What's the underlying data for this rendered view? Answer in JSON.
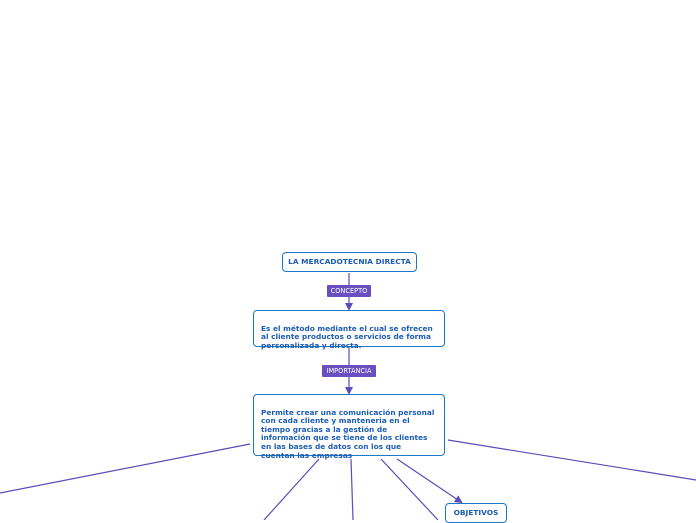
{
  "map": {
    "root": "LA MERCADOTECNIA DIRECTA",
    "link_concepto": "CONCEPTO",
    "concepto": "Es el método mediante el cual se ofrecen al cliente productos o servicios de forma personalizada y directa.",
    "link_importancia": "IMPORTANCIA",
    "importancia": "Permite crear una comunicación personal con cada cliente y manteneria en el tiempo gracias a la gestión de\n información que se tiene de los clientes en las bases de datos con los que cuentan las empresas",
    "objetivos": "OBJETIVOS"
  },
  "colors": {
    "line": "#5a4db8",
    "node_border": "#1e78c8",
    "node_text": "#1c5cb4",
    "tag_bg": "#6a4fc0"
  }
}
